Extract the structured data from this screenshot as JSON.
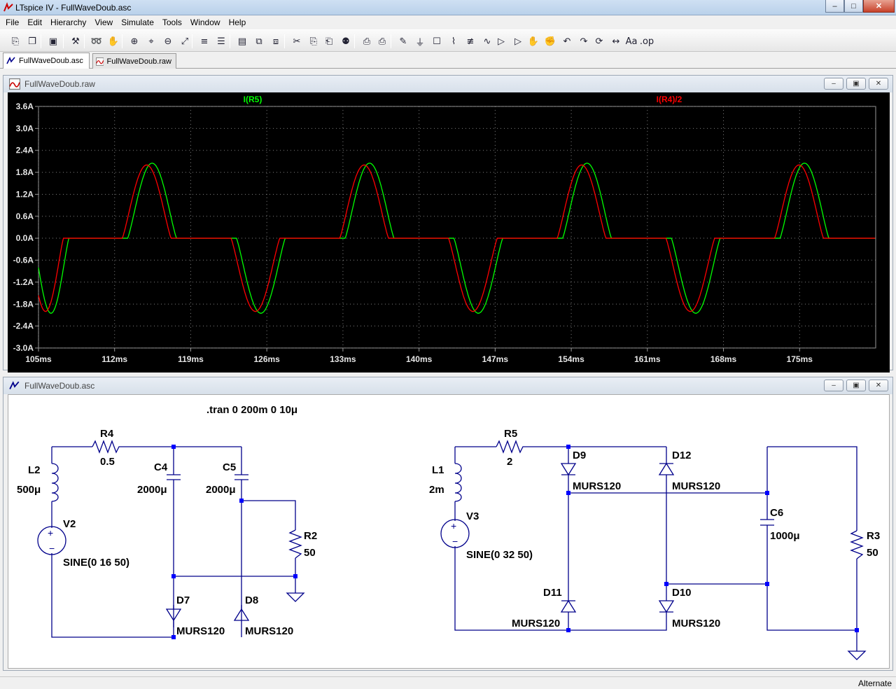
{
  "window": {
    "title": "LTspice IV - FullWaveDoub.asc",
    "buttons": {
      "minimize": "–",
      "maximize": "□",
      "close": "✕"
    }
  },
  "menubar": {
    "items": [
      {
        "label": "File",
        "key": "file"
      },
      {
        "label": "Edit",
        "key": "edit"
      },
      {
        "label": "Hierarchy",
        "key": "hierarchy"
      },
      {
        "label": "View",
        "key": "view"
      },
      {
        "label": "Simulate",
        "key": "simulate"
      },
      {
        "label": "Tools",
        "key": "tools"
      },
      {
        "label": "Window",
        "key": "window"
      },
      {
        "label": "Help",
        "key": "help"
      }
    ]
  },
  "toolbar": {
    "icons": [
      {
        "name": "new-schematic-icon",
        "glyph": "⎘"
      },
      {
        "name": "open-icon",
        "glyph": "❐"
      },
      {
        "name": "save-icon",
        "glyph": "▣"
      },
      {
        "name": "control-panel-icon",
        "glyph": "⚒"
      },
      {
        "name": "run-icon",
        "glyph": "➿"
      },
      {
        "name": "halt-icon",
        "glyph": "✋"
      },
      {
        "name": "zoom-in-icon",
        "glyph": "⊕"
      },
      {
        "name": "pan-icon",
        "glyph": "⌖"
      },
      {
        "name": "zoom-out-icon",
        "glyph": "⊖"
      },
      {
        "name": "zoom-fit-icon",
        "glyph": "⤢"
      },
      {
        "name": "autorange-icon",
        "glyph": "≡"
      },
      {
        "name": "plot-settings-icon",
        "glyph": "☰"
      },
      {
        "name": "tile-horizontal-icon",
        "glyph": "▤"
      },
      {
        "name": "cascade-icon",
        "glyph": "⧉"
      },
      {
        "name": "close-window-icon",
        "glyph": "⧈"
      },
      {
        "name": "cut-icon",
        "glyph": "✂"
      },
      {
        "name": "copy-icon",
        "glyph": "⎘"
      },
      {
        "name": "paste-icon",
        "glyph": "⎗"
      },
      {
        "name": "find-icon",
        "glyph": "⚉"
      },
      {
        "name": "print-preview-icon",
        "glyph": "⎙"
      },
      {
        "name": "print-icon",
        "glyph": "⎙"
      },
      {
        "name": "draw-wire-icon",
        "glyph": "✎"
      },
      {
        "name": "ground-icon",
        "glyph": "⏚"
      },
      {
        "name": "label-net-icon",
        "glyph": "☐"
      },
      {
        "name": "resistor-icon",
        "glyph": "⌇"
      },
      {
        "name": "capacitor-icon",
        "glyph": "≢"
      },
      {
        "name": "inductor-icon",
        "glyph": "∿"
      },
      {
        "name": "diode-icon",
        "glyph": "▷"
      },
      {
        "name": "component-icon",
        "glyph": "▷"
      },
      {
        "name": "move-icon",
        "glyph": "✋"
      },
      {
        "name": "drag-icon",
        "glyph": "✊"
      },
      {
        "name": "undo-icon",
        "glyph": "↶"
      },
      {
        "name": "redo-icon",
        "glyph": "↷"
      },
      {
        "name": "rotate-icon",
        "glyph": "⟳"
      },
      {
        "name": "mirror-icon",
        "glyph": "↔"
      },
      {
        "name": "text-icon",
        "glyph": "Aa"
      },
      {
        "name": "spice-directive-icon",
        "glyph": ".op"
      }
    ]
  },
  "tabs": [
    {
      "label": "FullWaveDoub.asc",
      "active": true
    },
    {
      "label": "FullWaveDoub.raw",
      "active": false
    }
  ],
  "waveform_window": {
    "title": "FullWaveDoub.raw",
    "buttons": {
      "minimize": "–",
      "restore": "▣",
      "close": "✕"
    },
    "background": "#000000",
    "grid_color": "#7f7f7f"
  },
  "chart_data": {
    "type": "line",
    "xlabel": "",
    "ylabel": "",
    "x_ticks": [
      "105ms",
      "112ms",
      "119ms",
      "126ms",
      "133ms",
      "140ms",
      "147ms",
      "154ms",
      "161ms",
      "168ms",
      "175ms"
    ],
    "y_ticks": [
      "3.6A",
      "3.0A",
      "2.4A",
      "1.8A",
      "1.2A",
      "0.6A",
      "0.0A",
      "-0.6A",
      "-1.2A",
      "-1.8A",
      "-2.4A",
      "-3.0A"
    ],
    "xlim": [
      105,
      182
    ],
    "ylim": [
      -3.0,
      3.6
    ],
    "x_unit": "ms",
    "grid": true,
    "series": [
      {
        "name": "I(R5)",
        "color": "#00ff00",
        "peak": 2.05,
        "delay_ms": 0.5
      },
      {
        "name": "I(R4)/2",
        "color": "#ff0000",
        "peak": 2.0,
        "delay_ms": 0.0
      }
    ],
    "pulses_ms": [
      {
        "start": 104.0,
        "end": 107.3,
        "sign": -1
      },
      {
        "start": 112.7,
        "end": 117.2,
        "sign": 1
      },
      {
        "start": 122.7,
        "end": 127.2,
        "sign": -1
      },
      {
        "start": 132.7,
        "end": 137.2,
        "sign": 1
      },
      {
        "start": 142.7,
        "end": 147.2,
        "sign": -1
      },
      {
        "start": 152.7,
        "end": 157.2,
        "sign": 1
      },
      {
        "start": 162.7,
        "end": 167.2,
        "sign": -1
      },
      {
        "start": 172.7,
        "end": 177.2,
        "sign": 1
      }
    ]
  },
  "schematic_window": {
    "title": "FullWaveDoub.asc",
    "buttons": {
      "minimize": "–",
      "restore": "▣",
      "close": "✕"
    },
    "directive": ".tran 0 200m 0 10μ",
    "wire_color": "#00008b",
    "left": {
      "R4": {
        "name": "R4",
        "value": "0.5"
      },
      "L2": {
        "name": "L2",
        "value": "500μ"
      },
      "C4": {
        "name": "C4",
        "value": "2000μ"
      },
      "C5": {
        "name": "C5",
        "value": "2000μ"
      },
      "V2": {
        "name": "V2",
        "value": "SINE(0 16 50)"
      },
      "R2": {
        "name": "R2",
        "value": "50"
      },
      "D7": {
        "name": "D7",
        "value": "MURS120"
      },
      "D8": {
        "name": "D8",
        "value": "MURS120"
      }
    },
    "right": {
      "R5": {
        "name": "R5",
        "value": "2"
      },
      "L1": {
        "name": "L1",
        "value": "2m"
      },
      "V3": {
        "name": "V3",
        "value": "SINE(0 32 50)"
      },
      "D9": {
        "name": "D9",
        "value": "MURS120"
      },
      "D12": {
        "name": "D12",
        "value": "MURS120"
      },
      "D11": {
        "name": "D11",
        "value": "MURS120"
      },
      "D10": {
        "name": "D10",
        "value": "MURS120"
      },
      "C6": {
        "name": "C6",
        "value": "1000μ"
      },
      "R3": {
        "name": "R3",
        "value": "50"
      }
    }
  },
  "status": {
    "text": "Alternate"
  }
}
